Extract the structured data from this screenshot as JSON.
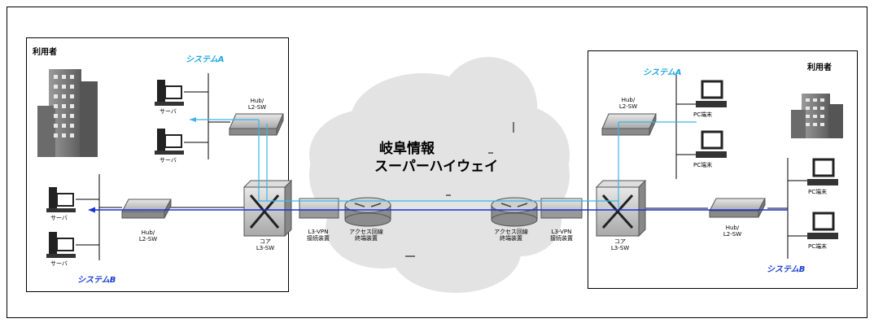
{
  "network": {
    "title_line1": "岐阜情報",
    "title_line2": "スーパーハイウェイ"
  },
  "left_site": {
    "user_label": "利用者",
    "system_a": "システムA",
    "system_b": "システムB",
    "server_label": "サーバ",
    "hub_label_1": "Hub/",
    "hub_label_2": "L2-SW",
    "core_label_1": "コア",
    "core_label_2": "L3-SW",
    "vpn_label_1": "L3-VPN",
    "vpn_label_2": "接続装置",
    "access_label_1": "アクセス回線",
    "access_label_2": "終端装置"
  },
  "right_site": {
    "user_label": "利用者",
    "system_a": "システムA",
    "system_b": "システムB",
    "pc_label": "PC端末",
    "hub_label_1": "Hub/",
    "hub_label_2": "L2-SW",
    "core_label_1": "コア",
    "core_label_2": "L3-SW",
    "vpn_label_1": "L3-VPN",
    "vpn_label_2": "接続装置",
    "access_label_1": "アクセス回線",
    "access_label_2": "終端装置"
  },
  "colors": {
    "system_a_line": "#3cb4ea",
    "system_b_line": "#1a32d6",
    "cloud": "#e4e4e4",
    "device": "#c9c9c9"
  }
}
